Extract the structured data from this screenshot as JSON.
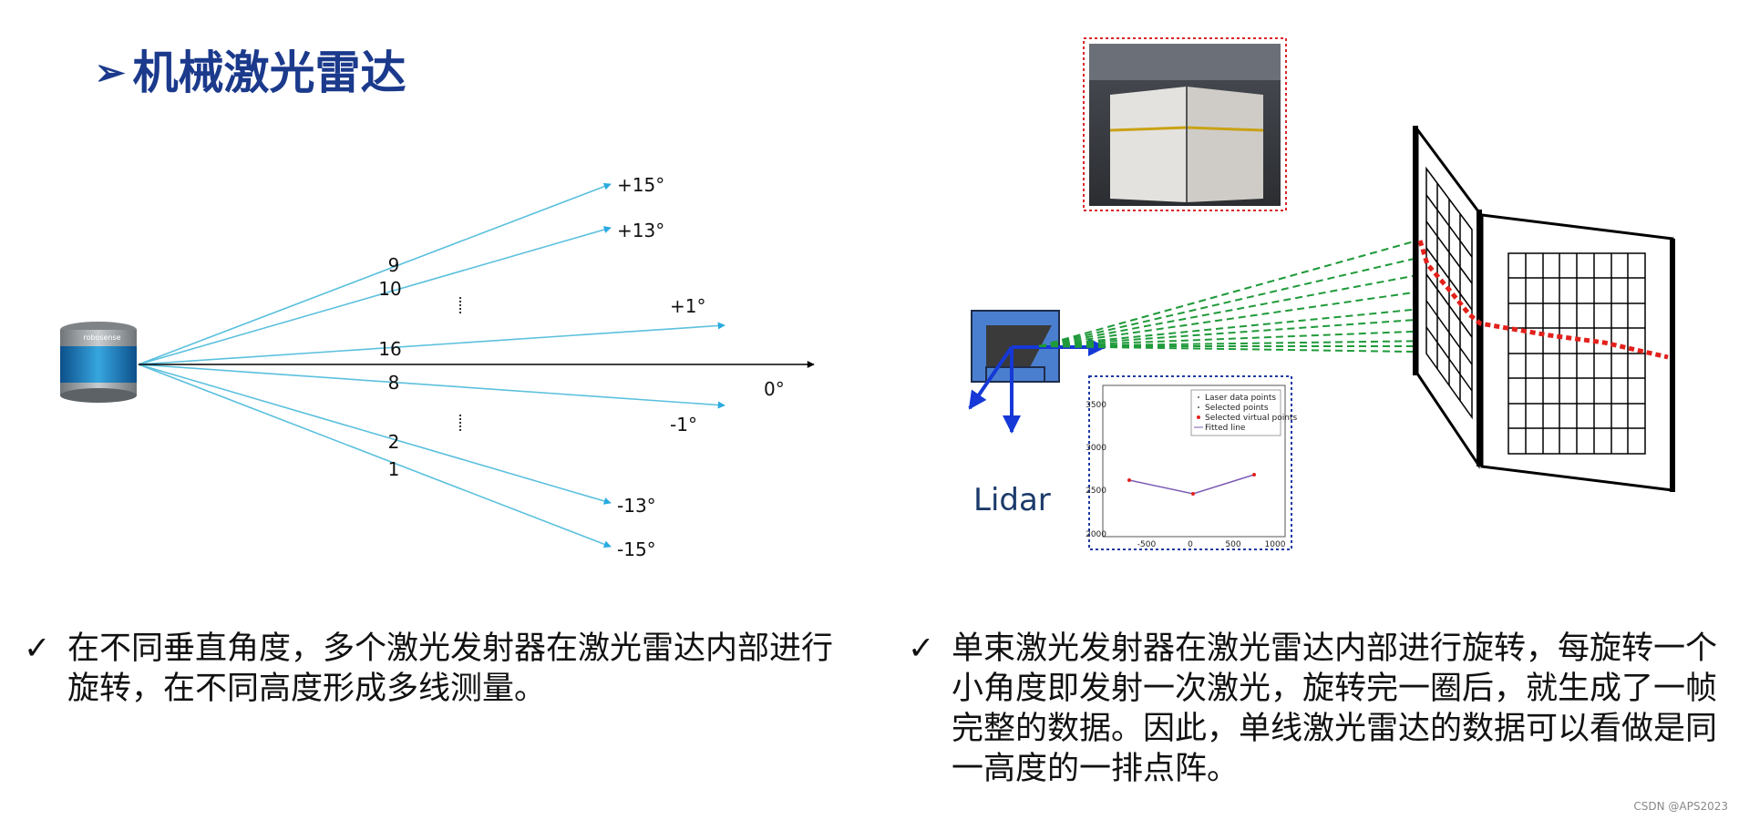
{
  "slide": {
    "title_marker": "➢",
    "title": "机械激光雷达"
  },
  "left_diagram": {
    "beam_numbers": [
      "9",
      "10",
      "16",
      "8",
      "2",
      "1"
    ],
    "angles": [
      "+15°",
      "+13°",
      "+1°",
      "0°",
      "-1°",
      "-13°",
      "-15°"
    ],
    "sensor_brand": "robosense",
    "beam_color": "#5bc0de",
    "axis_color": "#000000"
  },
  "right_diagram": {
    "lidar_label": "Lidar",
    "inset_chart": {
      "legend": [
        "Laser data points",
        "Selected points",
        "Selected virtual points",
        "Fitted line"
      ],
      "y_ticks": [
        "3500",
        "3000",
        "2500",
        "2000"
      ],
      "x_ticks": [
        "-500",
        "0",
        "500",
        "1000"
      ]
    }
  },
  "bullets": [
    {
      "check": "✓",
      "text": "在不同垂直角度，多个激光发射器在激光雷达内部进行旋转，在不同高度形成多线测量。"
    },
    {
      "check": "✓",
      "text": "单束激光发射器在激光雷达内部进行旋转，每旋转一个小角度即发射一次激光，旋转完一圈后，就生成了一帧完整的数据。因此，单线激光雷达的数据可以看做是同一高度的一排点阵。"
    }
  ],
  "watermark": "CSDN @APS2023"
}
